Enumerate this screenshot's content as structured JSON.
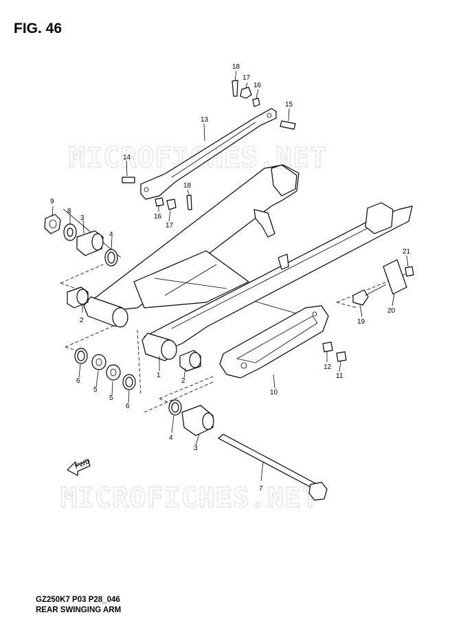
{
  "figure": {
    "title": "FIG. 46",
    "code": "GZ250K7 P03 P28_046",
    "name": "REAR SWINGING ARM",
    "watermark": "MICROFICHES.NET",
    "fwd_label": "FWD"
  },
  "callouts": [
    "1",
    "2",
    "2",
    "3",
    "3",
    "4",
    "4",
    "5",
    "5",
    "6",
    "6",
    "7",
    "8",
    "9",
    "10",
    "11",
    "12",
    "13",
    "14",
    "15",
    "16",
    "16",
    "17",
    "17",
    "18",
    "18",
    "19",
    "20",
    "21"
  ]
}
